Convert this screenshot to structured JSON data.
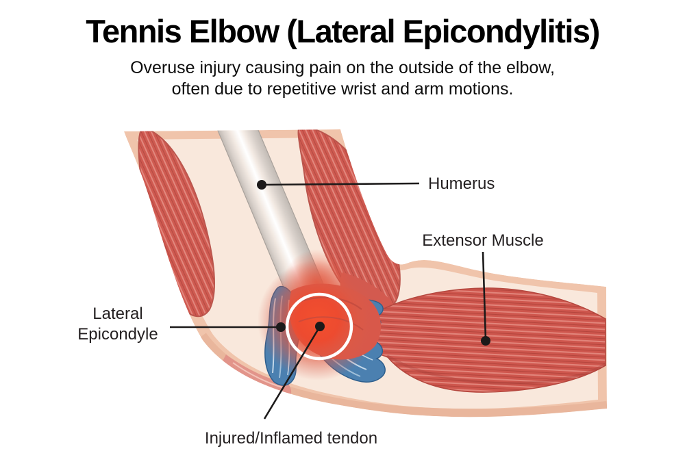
{
  "header": {
    "title": "Tennis Elbow (Lateral Epicondylitis)",
    "subtitle_line1": "Overuse injury causing pain on the outside of the elbow,",
    "subtitle_line2": "often due to repetitive wrist and arm motions."
  },
  "labels": {
    "humerus": "Humerus",
    "extensor_muscle": "Extensor Muscle",
    "lateral_epicondyle": "Lateral\nEpicondyle",
    "injured_tendon": "Injured/Inflamed tendon"
  },
  "colors": {
    "background": "#FFFFFF",
    "title_text": "#000000",
    "label_text": "#231F20",
    "leader_line": "#1C1A1A",
    "skin_outer": "#F0C4AB",
    "skin_inner": "#F9E8DC",
    "skin_shadow": "#E3AC91",
    "muscle_red": "#CE564D",
    "muscle_fiber_light": "#E2857B",
    "muscle_fiber_dark": "#B4453D",
    "bone_light": "#FFFFFF",
    "bone_gray": "#C2BBB5",
    "tendon_blue": "#4B80B0",
    "tendon_blue_light": "#C3D7E8",
    "inflamed_red": "#F2472B",
    "highlight_circle": "#FFFFFF"
  }
}
